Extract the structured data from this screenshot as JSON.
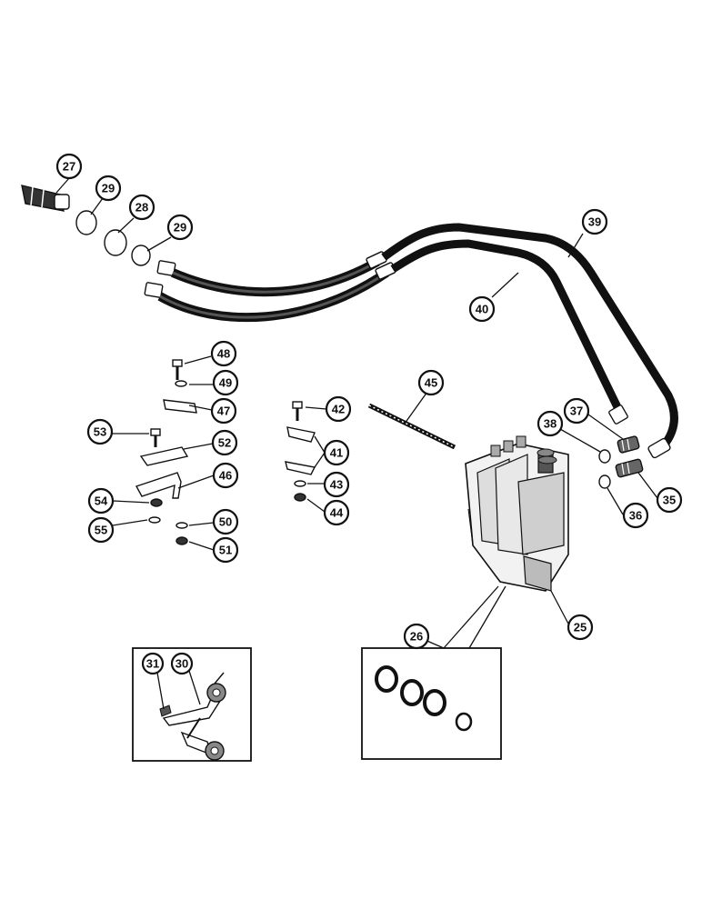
{
  "callouts": {
    "c27": "27",
    "c29a": "29",
    "c28": "28",
    "c29b": "29",
    "c39": "39",
    "c40": "40",
    "c48": "48",
    "c49": "49",
    "c47": "47",
    "c53": "53",
    "c52": "52",
    "c46": "46",
    "c54": "54",
    "c55": "55",
    "c50": "50",
    "c51": "51",
    "c42": "42",
    "c41": "41",
    "c43": "43",
    "c44": "44",
    "c45": "45",
    "c37": "37",
    "c38": "38",
    "c35": "35",
    "c36": "36",
    "c25": "25",
    "c26": "26",
    "c31": "31",
    "c30": "30"
  }
}
